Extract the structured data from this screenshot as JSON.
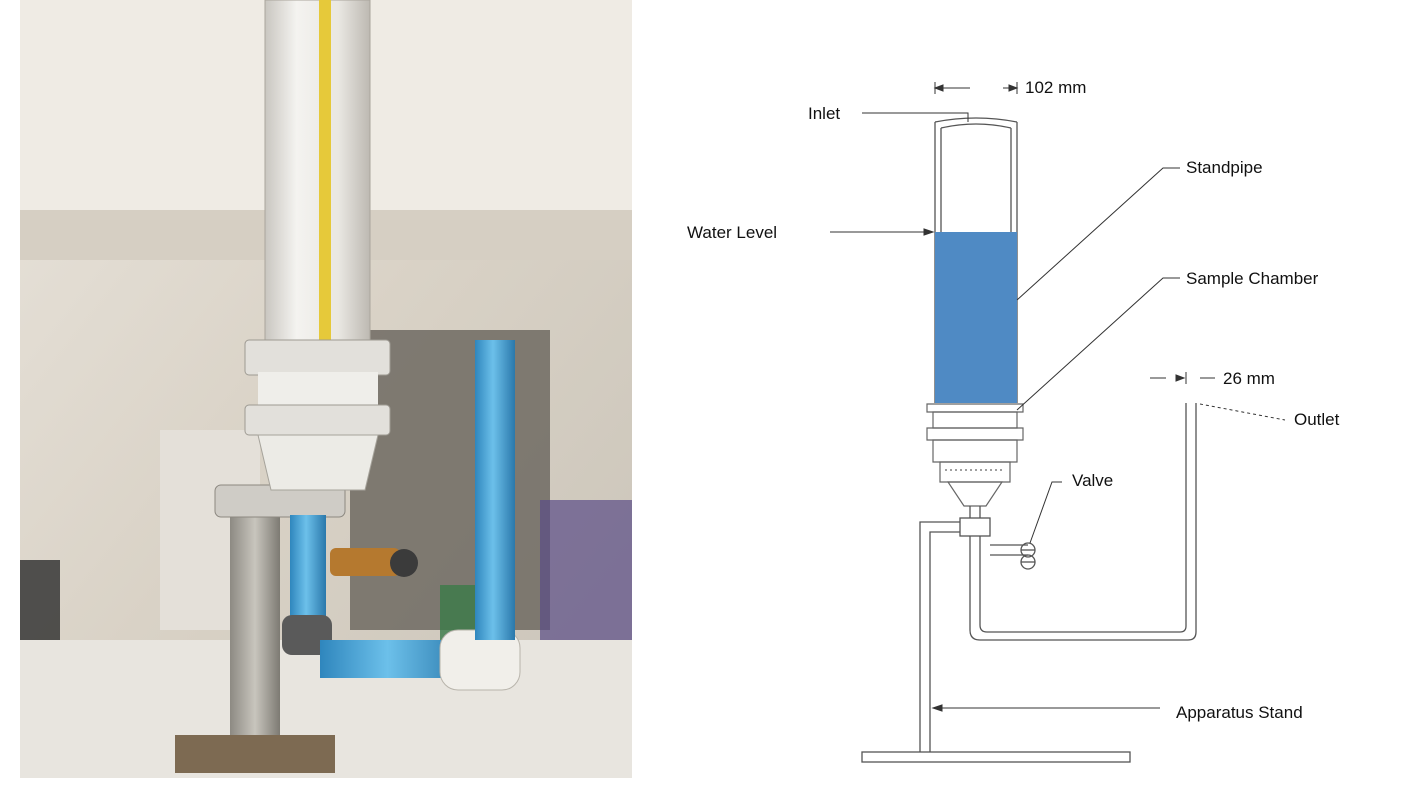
{
  "photo": {
    "description_icon": "apparatus-photo"
  },
  "diagram": {
    "labels": {
      "top_dimension": "102 mm",
      "inlet": "Inlet",
      "standpipe": "Standpipe",
      "water_level": "Water Level",
      "sample_chamber": "Sample Chamber",
      "outlet_dimension": "26 mm",
      "outlet": "Outlet",
      "valve": "Valve",
      "apparatus_stand": "Apparatus Stand"
    },
    "colors": {
      "water": "#4f8ac4",
      "line": "#555555",
      "pipe_blue": "#4aa3d6"
    }
  }
}
